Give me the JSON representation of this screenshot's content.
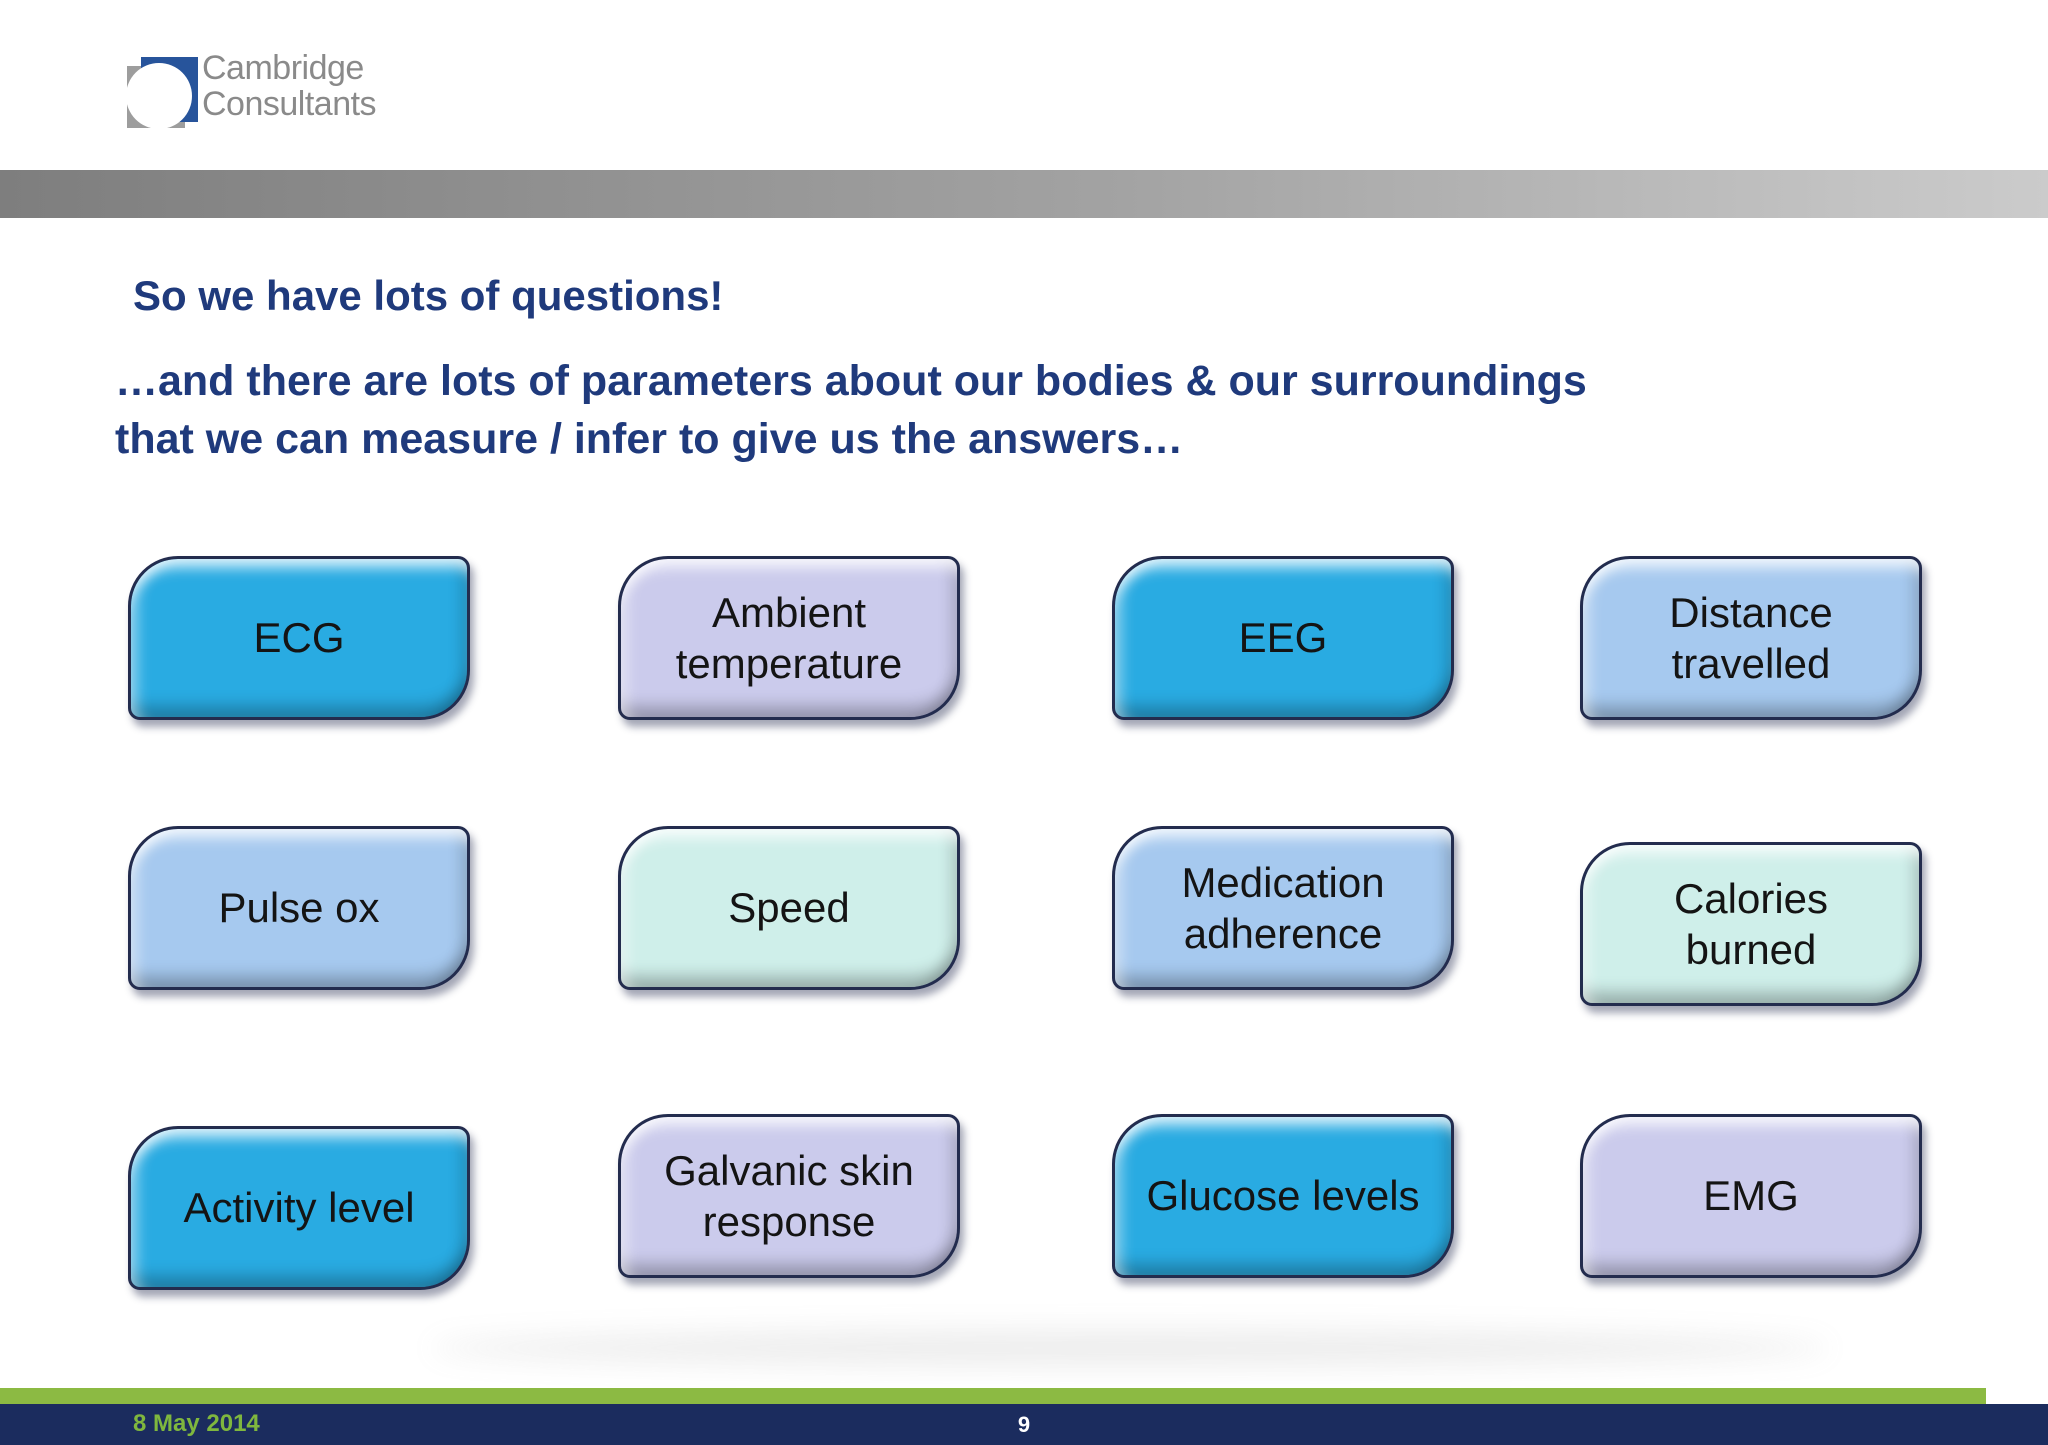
{
  "slide": {
    "logo": {
      "line1": "Cambridge",
      "line2": "Consultants"
    },
    "title": "So we have lots of questions!",
    "subtitle": {
      "line1": "…and there are lots of parameters about our bodies & our surroundings",
      "line2": "that we can measure / infer to give us the answers…"
    },
    "footer": {
      "date": "8 May 2014",
      "page_number": "9"
    }
  },
  "boxes": [
    {
      "label": "ECG",
      "color_key": "bright_blue"
    },
    {
      "label": "Ambient temperature",
      "color_key": "lavender"
    },
    {
      "label": "EEG",
      "color_key": "bright_blue"
    },
    {
      "label": "Distance travelled",
      "color_key": "light_blue"
    },
    {
      "label": "Pulse ox",
      "color_key": "light_blue"
    },
    {
      "label": "Speed",
      "color_key": "mint"
    },
    {
      "label": "Medication adherence",
      "color_key": "light_blue"
    },
    {
      "label": "Calories burned",
      "color_key": "mint"
    },
    {
      "label": "Activity level",
      "color_key": "bright_blue"
    },
    {
      "label": "Galvanic skin response",
      "color_key": "lavender"
    },
    {
      "label": "Glucose levels",
      "color_key": "bright_blue"
    },
    {
      "label": "EMG",
      "color_key": "lavender"
    }
  ],
  "colors": {
    "bright_blue": "#29abe2",
    "lavender": "#cbcbec",
    "light_blue": "#a6c9ef",
    "mint": "#cfefea",
    "navy_text": "#1f3a7c",
    "footer_navy": "#1b2c5e",
    "footer_green": "#8cba43",
    "date_green": "#7fb73e",
    "logo_blue": "#27549b",
    "logo_gray": "#9d9d9d"
  }
}
